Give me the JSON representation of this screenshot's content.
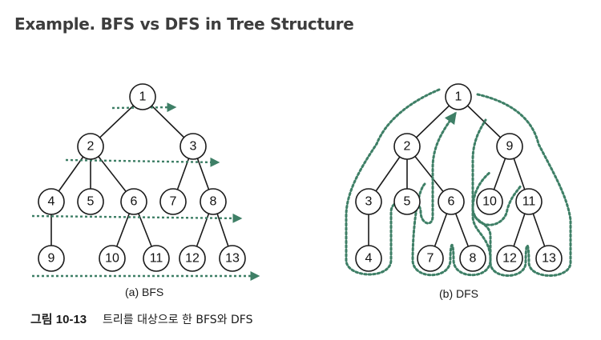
{
  "header": {
    "title": "Example. BFS vs DFS in Tree Structure"
  },
  "bfs_tree": {
    "caption": "(a) BFS",
    "nodes": [
      "1",
      "2",
      "3",
      "4",
      "5",
      "6",
      "7",
      "8",
      "9",
      "10",
      "11",
      "12",
      "13"
    ],
    "edges": [
      [
        "1",
        "2"
      ],
      [
        "1",
        "3"
      ],
      [
        "2",
        "4"
      ],
      [
        "2",
        "5"
      ],
      [
        "2",
        "6"
      ],
      [
        "3",
        "7"
      ],
      [
        "3",
        "8"
      ],
      [
        "4",
        "9"
      ],
      [
        "6",
        "10"
      ],
      [
        "6",
        "11"
      ],
      [
        "8",
        "12"
      ],
      [
        "8",
        "13"
      ]
    ]
  },
  "dfs_tree": {
    "caption": "(b) DFS",
    "nodes": [
      "1",
      "2",
      "3",
      "4",
      "5",
      "6",
      "7",
      "8",
      "9",
      "10",
      "11",
      "12",
      "13"
    ],
    "edges": [
      [
        "1",
        "2"
      ],
      [
        "1",
        "9"
      ],
      [
        "2",
        "3"
      ],
      [
        "2",
        "5"
      ],
      [
        "2",
        "6"
      ],
      [
        "3",
        "4"
      ],
      [
        "6",
        "7"
      ],
      [
        "6",
        "8"
      ],
      [
        "9",
        "10"
      ],
      [
        "9",
        "11"
      ],
      [
        "11",
        "12"
      ],
      [
        "11",
        "13"
      ]
    ]
  },
  "figure_caption": {
    "number": "그림 10-13",
    "text": "트리를 대상으로 한 BFS와 DFS"
  },
  "colors": {
    "traversal": "#3e7f66",
    "title": "#3d3d3d"
  }
}
